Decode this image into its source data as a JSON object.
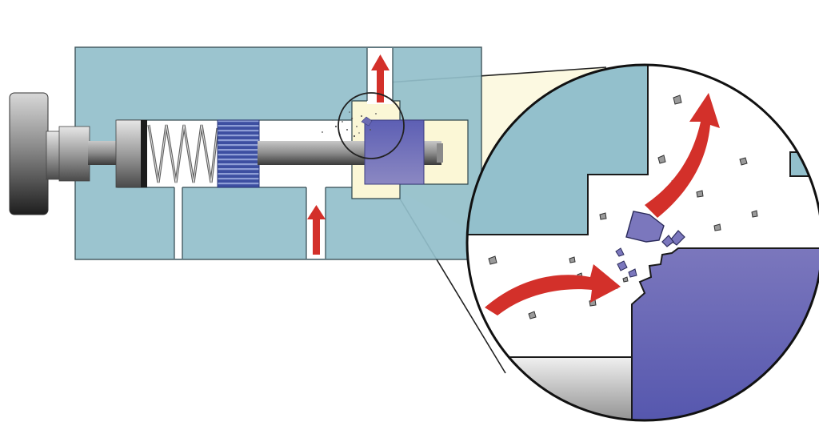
{
  "diagram": {
    "kind": "valve-erosion-cutaway",
    "labels": [],
    "components": {
      "valve-body": "valve-body",
      "adjustment-knob": "adjustment-knob",
      "spring": "spring",
      "piston-guide": "piston-guide",
      "valve-stem": "valve-stem",
      "valve-poppet": "valve-poppet",
      "inlet-port": "inlet-port",
      "outlet-port": "outlet-port",
      "drain-port": "drain-port"
    },
    "flow": {
      "inlet_arrow": "inlet-flow-arrow",
      "outlet_arrow": "outlet-flow-arrow"
    },
    "magnifier": {
      "subject": "seat-erosion-detail",
      "detail": "particle-erosion"
    }
  },
  "colors": {
    "body": "#93c0cc",
    "body_outline": "#30474e",
    "poppet": "#6f6eb5",
    "arrow": "#d3302a",
    "metal_light": "#e8e8e8",
    "metal_dark": "#5a5a5a",
    "guide": "#3c4ea0",
    "highlight": "#fbf7d6",
    "particle": "#9a9a9a"
  }
}
